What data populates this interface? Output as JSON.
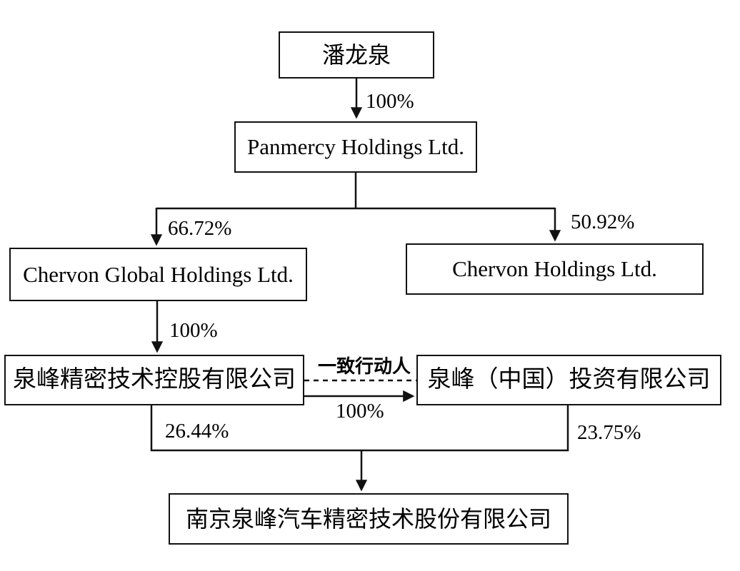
{
  "diagram": {
    "title": "ownership-structure-chart",
    "nodes": {
      "pan_longquan": {
        "label": "潘龙泉"
      },
      "panmercy": {
        "label": "Panmercy Holdings Ltd."
      },
      "chervon_global": {
        "label": "Chervon Global Holdings Ltd."
      },
      "chervon_holdings": {
        "label": "Chervon Holdings Ltd."
      },
      "quanfeng_precision": {
        "label": "泉峰精密技术控股有限公司"
      },
      "quanfeng_china": {
        "label": "泉峰（中国）投资有限公司"
      },
      "nanjing_quanfeng": {
        "label": "南京泉峰汽车精密技术股份有限公司"
      }
    },
    "edges": {
      "pan_to_panmercy": {
        "label": "100%"
      },
      "panmercy_to_chervon_global": {
        "label": "66.72%"
      },
      "panmercy_to_chervon_holdings": {
        "label": "50.92%"
      },
      "chervon_global_to_precision": {
        "label": "100%"
      },
      "precision_china_concert": {
        "label": "一致行动人"
      },
      "precision_china_ownership": {
        "label": "100%"
      },
      "precision_to_nanjing": {
        "label": "26.44%"
      },
      "china_to_nanjing": {
        "label": "23.75%"
      }
    },
    "colors": {
      "line": "#111111",
      "text": "#000000",
      "background": "#ffffff"
    }
  }
}
